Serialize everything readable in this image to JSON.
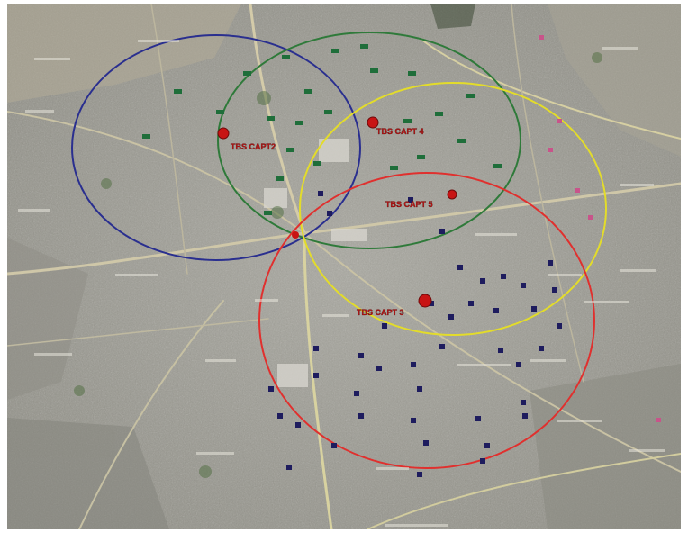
{
  "map": {
    "type": "satellite",
    "coverage_circles": [
      {
        "color": "#2a2f8f"
      },
      {
        "color": "#2f7a3a"
      },
      {
        "color": "#e3dc2a"
      },
      {
        "color": "#e0302e"
      }
    ],
    "stations": [
      {
        "label": "TBS CAPT2",
        "color": "#c81414"
      },
      {
        "label": "TBS CAPT 4",
        "color": "#c81414"
      },
      {
        "label": "TBS CAPT 5",
        "color": "#c81414"
      },
      {
        "label": "TBS CAPT 3",
        "color": "#c81414"
      }
    ],
    "site_marker_colors": {
      "green": "#1f6e3a",
      "navy": "#1e1c5e",
      "pink": "#c8548a"
    }
  }
}
